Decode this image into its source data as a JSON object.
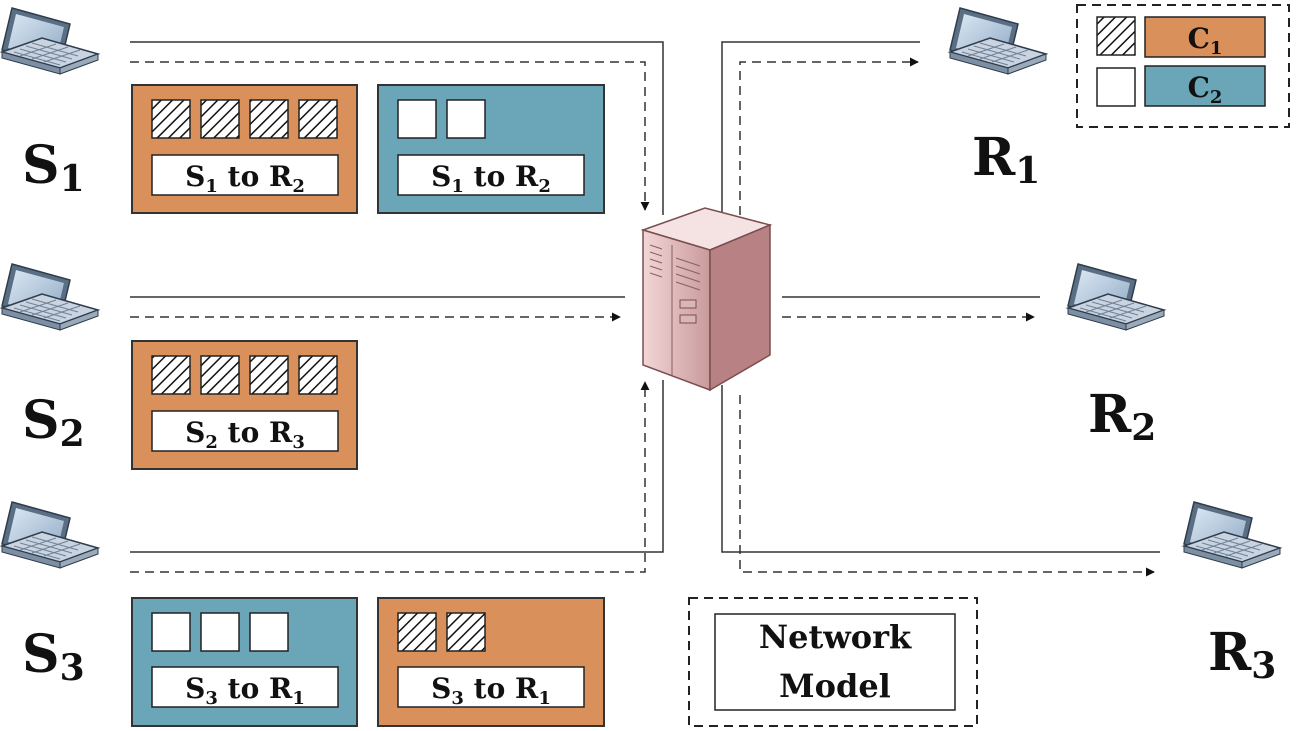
{
  "colors": {
    "class1": "#D9905A",
    "class2": "#6AA5B8",
    "line": "#333333",
    "laptop_body": "#8FA3B8",
    "laptop_screen": "#BFD3E6",
    "server": "#E4BFC0"
  },
  "icons": {
    "laptop": "laptop-icon",
    "server": "server-icon"
  },
  "senders": {
    "s1": {
      "base": "S",
      "sub": "1"
    },
    "s2": {
      "base": "S",
      "sub": "2"
    },
    "s3": {
      "base": "S",
      "sub": "3"
    }
  },
  "receivers": {
    "r1": {
      "base": "R",
      "sub": "1"
    },
    "r2": {
      "base": "R",
      "sub": "2"
    },
    "r3": {
      "base": "R",
      "sub": "3"
    }
  },
  "flows": {
    "s1_c1": {
      "src": "S",
      "src_sub": "1",
      "to": " to ",
      "dst": "R",
      "dst_sub": "2"
    },
    "s1_c2": {
      "src": "S",
      "src_sub": "1",
      "to": " to ",
      "dst": "R",
      "dst_sub": "2"
    },
    "s2_c1": {
      "src": "S",
      "src_sub": "2",
      "to": " to ",
      "dst": "R",
      "dst_sub": "3"
    },
    "s3_c2": {
      "src": "S",
      "src_sub": "3",
      "to": " to ",
      "dst": "R",
      "dst_sub": "1"
    },
    "s3_c1": {
      "src": "S",
      "src_sub": "3",
      "to": " to ",
      "dst": "R",
      "dst_sub": "1"
    }
  },
  "legend": {
    "c1": {
      "base": "C",
      "sub": "1"
    },
    "c2": {
      "base": "C",
      "sub": "2"
    }
  },
  "caption": {
    "line1": "Network",
    "line2": "Model"
  }
}
